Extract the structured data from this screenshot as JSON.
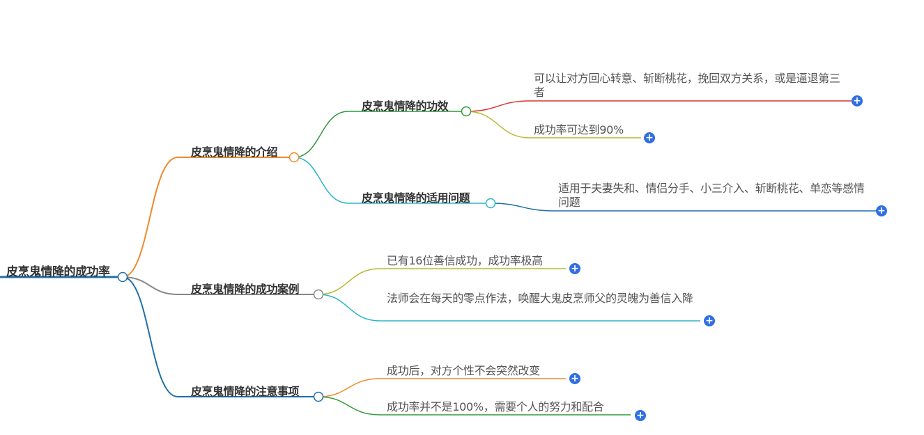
{
  "root": {
    "label": "皮烹鬼情降的成功率"
  },
  "branches": [
    {
      "label": "皮烹鬼情降的介绍",
      "color": "#f0892a",
      "children": [
        {
          "label": "皮烹鬼情降的功效",
          "color": "#2e9a3a",
          "leaves": [
            {
              "text": "可以让对方回心转意、斩断桃花，挽回双方关系，或是逼退第三者",
              "color": "#d9322f"
            },
            {
              "text": "成功率可达到90%",
              "color": "#b8b830"
            }
          ]
        },
        {
          "label": "皮烹鬼情降的适用问题",
          "color": "#2bb5c9",
          "leaves": [
            {
              "text": "适用于夫妻失和、情侣分手、小三介入、斩断桃花、单恋等感情问题",
              "color": "#1f6fa8"
            }
          ]
        }
      ]
    },
    {
      "label": "皮烹鬼情降的成功案例",
      "color": "#888888",
      "leaves": [
        {
          "text": "已有16位善信成功，成功率极高",
          "color": "#b8b830"
        },
        {
          "text": "法师会在每天的零点作法，唤醒大鬼皮烹师父的灵魄为善信入降",
          "color": "#2bb5c9"
        }
      ]
    },
    {
      "label": "皮烹鬼情降的注意事项",
      "color": "#1f6fa8",
      "leaves": [
        {
          "text": "成功后，对方个性不会突然改变",
          "color": "#f0892a"
        },
        {
          "text": "成功率并不是100%，需要个人的努力和配合",
          "color": "#2e9a3a"
        }
      ]
    }
  ],
  "root_color": "#1f6fa8",
  "expand_icon": "plus-icon"
}
